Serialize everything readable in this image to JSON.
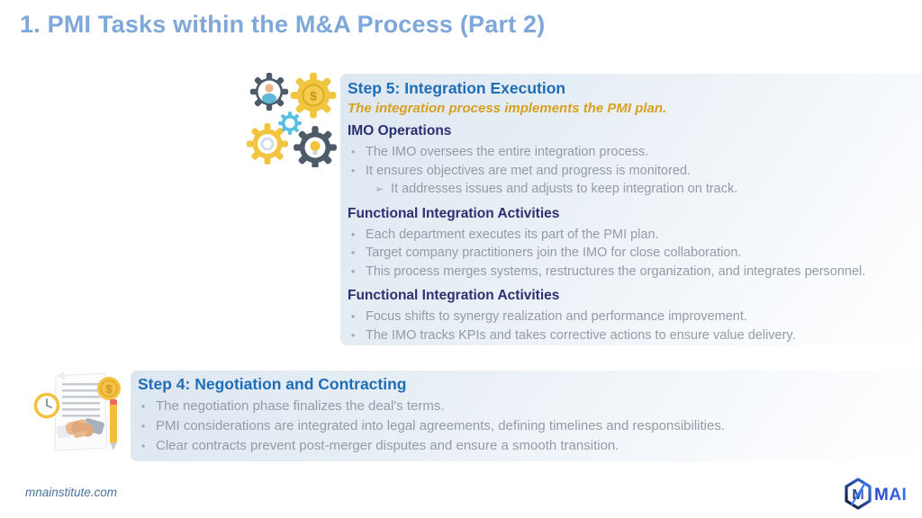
{
  "title": "1. PMI Tasks within the M&A Process (Part 2)",
  "icons": {
    "gear_dollar": "$",
    "coin_dollar": "$"
  },
  "step5": {
    "heading": "Step 5: Integration Execution",
    "subtitle": "The integration process implements the PMI plan.",
    "sections": [
      {
        "heading": "IMO Operations",
        "bullets": [
          {
            "marker": "•",
            "text": "The IMO oversees the entire integration process."
          },
          {
            "marker": "•",
            "text": "It ensures objectives are met and progress is monitored."
          },
          {
            "marker": "➢",
            "text": "It addresses issues and adjusts to keep integration on track."
          }
        ]
      },
      {
        "heading": "Functional Integration Activities",
        "bullets": [
          {
            "marker": "•",
            "text": "Each department executes its part of the PMI plan."
          },
          {
            "marker": "•",
            "text": "Target company practitioners join the IMO for close collaboration."
          },
          {
            "marker": "•",
            "text": "This process merges systems, restructures the organization, and integrates personnel."
          }
        ]
      },
      {
        "heading": "Functional Integration Activities",
        "bullets": [
          {
            "marker": "•",
            "text": "Focus shifts to synergy realization and performance improvement."
          },
          {
            "marker": "•",
            "text": "The IMO tracks KPIs and takes corrective actions to ensure value delivery."
          }
        ]
      }
    ]
  },
  "step4": {
    "heading": "Step 4: Negotiation and Contracting",
    "bullets": [
      {
        "marker": "•",
        "text": "The negotiation phase finalizes the deal's terms."
      },
      {
        "marker": "•",
        "text": "PMI considerations are integrated into legal agreements, defining timelines and responsibilities."
      },
      {
        "marker": "•",
        "text": "Clear contracts prevent post-merger disputes and ensure a smooth transition."
      }
    ]
  },
  "footer": {
    "website": "mnainstitute.com",
    "logo_monogram": "M",
    "logo_text": "MAI"
  },
  "colors": {
    "title": "#7ea7da",
    "step_heading": "#1e6db6",
    "subtitle_gold": "#d7a021",
    "section_heading": "#2d3070",
    "body_text": "#939ba7",
    "panel_bg": "#e3ecf4",
    "gear_dark": "#4f5a68",
    "gear_yellow": "#f0c53f",
    "gear_blue": "#56c0e2"
  }
}
